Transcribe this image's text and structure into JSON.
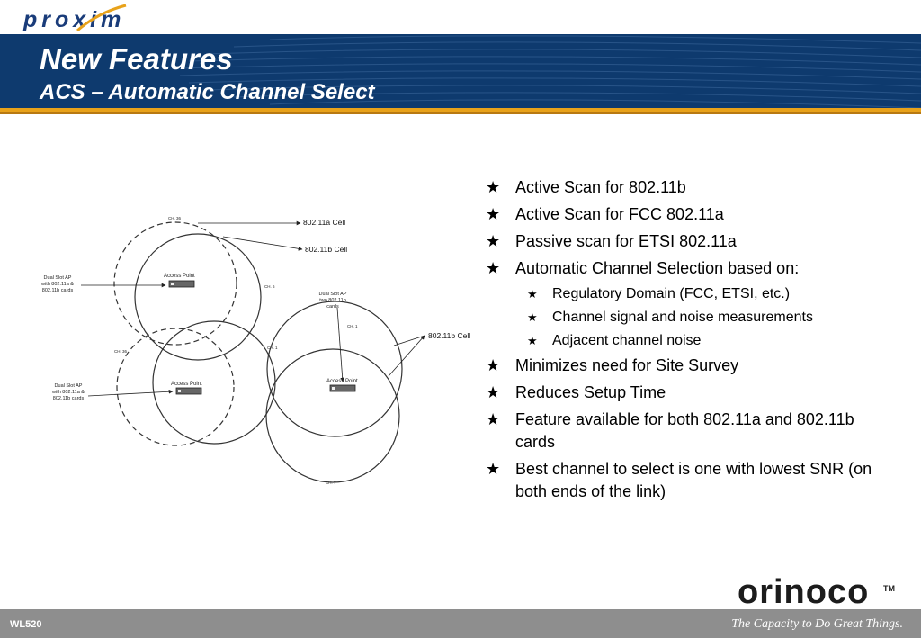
{
  "brand": {
    "logo_text": "proxim",
    "footer_logo": "orinoco",
    "footer_logo_tm": "TM",
    "tagline": "The Capacity to Do Great Things.",
    "footer_code": "WL520"
  },
  "colors": {
    "header_blue": "#0e3a6e",
    "accent_orange": "#e8a21a",
    "footer_gray": "#8e8e8e"
  },
  "slide": {
    "title": "New Features",
    "subtitle": "ACS – Automatic Channel Select"
  },
  "diagram": {
    "cells": {
      "a_cell_label": "802.11a Cell",
      "b_cell_label_1": "802.11b Cell",
      "b_cell_label_2": "802.11b Cell"
    },
    "access_point_label": "Access Point",
    "ap_descriptions": {
      "dual_slot_1": [
        "Dual Slot AP",
        "with 802.11a &",
        "802.11b cards"
      ],
      "dual_slot_2": [
        "Dual Slot AP",
        "two 802.11b",
        "cards"
      ],
      "dual_slot_3": [
        "Dual Slot AP",
        "with 802.11a &",
        "802.11b cards"
      ]
    },
    "channels": {
      "ch36_top": "CH. 36",
      "ch6": "CH. 6",
      "ch1_mid": "CH. 1",
      "ch36_left": "CH. 36",
      "ch1_right": "CH. 1",
      "ch7": "CH. 7"
    }
  },
  "bullets": [
    {
      "level": 1,
      "text": "Active Scan for 802.11b"
    },
    {
      "level": 1,
      "text": "Active Scan for FCC 802.11a"
    },
    {
      "level": 1,
      "text": "Passive scan for ETSI 802.11a"
    },
    {
      "level": 1,
      "text": "Automatic Channel Selection based on:"
    },
    {
      "level": 2,
      "text": "Regulatory Domain (FCC, ETSI, etc.)"
    },
    {
      "level": 2,
      "text": "Channel signal and noise measurements"
    },
    {
      "level": 2,
      "text": "Adjacent channel noise"
    },
    {
      "level": 1,
      "text": "Minimizes need for Site Survey"
    },
    {
      "level": 1,
      "text": "Reduces Setup Time"
    },
    {
      "level": 1,
      "text": "Feature available for both 802.11a and 802.11b cards"
    },
    {
      "level": 1,
      "text": "Best channel to select is one with lowest SNR (on both ends of the link)"
    }
  ],
  "bullet_icon": "star-icon"
}
